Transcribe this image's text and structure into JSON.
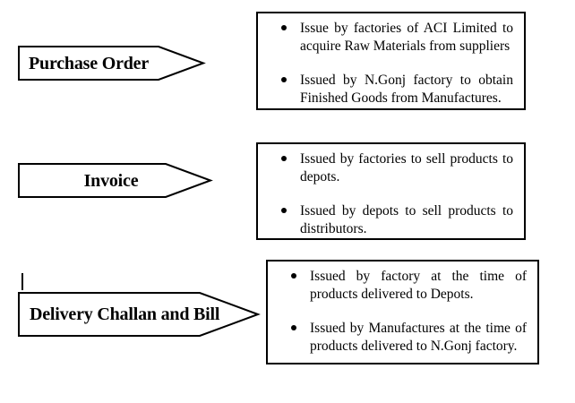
{
  "page": {
    "background": "#ffffff",
    "ink": "#000000"
  },
  "rows": [
    {
      "label": "Purchase Order",
      "bullets": [
        "Issue by factories of ACI Limited to acquire Raw Materials from suppliers",
        "Issued by N.Gonj factory to obtain Finished Goods from Manufactures."
      ]
    },
    {
      "label": "Invoice",
      "bullets": [
        "Issued by factories to sell products to depots.",
        "Issued by depots to sell products to distributors."
      ]
    },
    {
      "label": "Delivery Challan and Bill",
      "bullets": [
        "Issued by factory at the time of products delivered to Depots.",
        "Issued by Manufactures at the time of products delivered to N.Gonj factory."
      ]
    }
  ]
}
